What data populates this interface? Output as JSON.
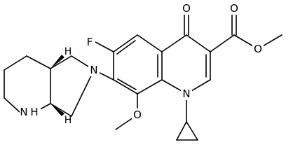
{
  "molecule": {
    "atom_labels": {
      "fluorine": "F",
      "ketone_oxygen": "O",
      "ester_carbonyl_oxygen": "O",
      "ester_ether_oxygen": "O",
      "quinoline_nitrogen": "N",
      "pyrrolidine_nitrogen": "N",
      "methoxy_oxygen": "O",
      "piperidine_nitrogen": "N",
      "piperidine_hydrogen": "H"
    },
    "stereo_labels": {
      "upper_stereocenter_h": "H",
      "lower_stereocenter_h": "H"
    }
  }
}
